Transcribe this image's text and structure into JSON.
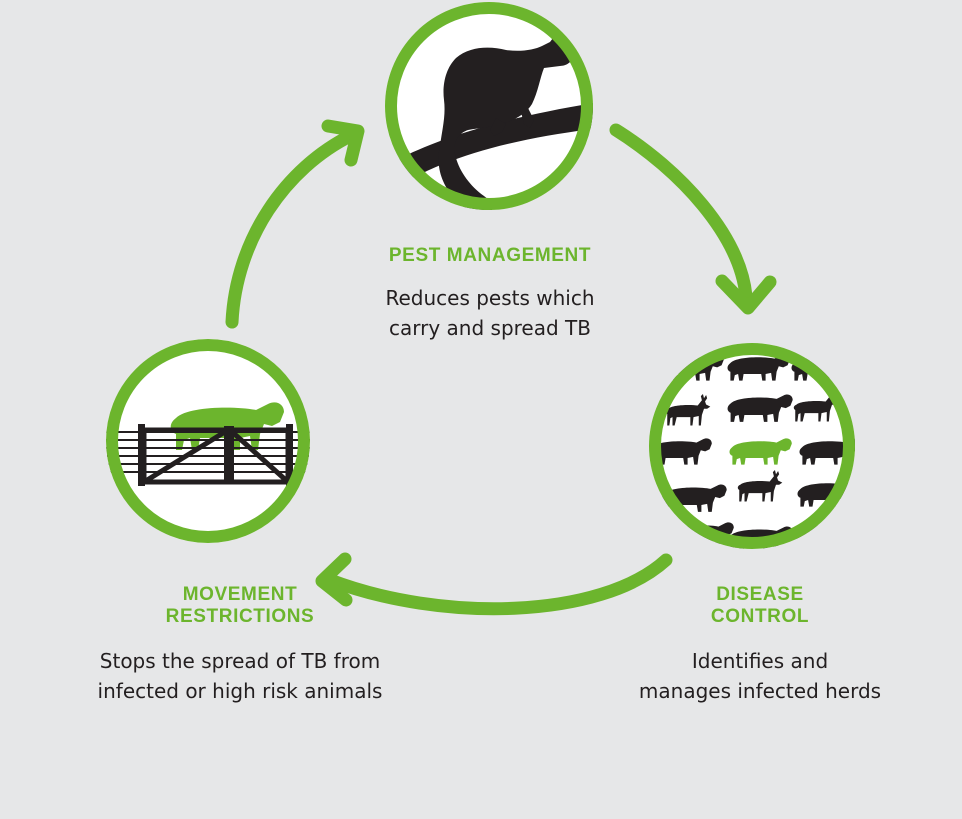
{
  "colors": {
    "background": "#e6e7e8",
    "accent_green": "#6cb52d",
    "silhouette": "#231f20",
    "circle_fill": "#ffffff"
  },
  "nodes": {
    "pest": {
      "heading": "PEST MANAGEMENT",
      "description": [
        "Reduces pests which",
        "carry and spread TB"
      ],
      "icon": "possum-on-branch-icon"
    },
    "disease": {
      "heading": [
        "DISEASE",
        "CONTROL"
      ],
      "description": [
        "Identifies and",
        "manages infected herds"
      ],
      "icon": "herd-of-cattle-and-deer-icon"
    },
    "movement": {
      "heading": [
        "MOVEMENT",
        "RESTRICTIONS"
      ],
      "description": [
        "Stops the spread of TB from",
        "infected or high risk animals"
      ],
      "icon": "cow-behind-gate-icon"
    }
  },
  "cycle_arrows": [
    "pest-to-disease-arrow",
    "disease-to-movement-arrow",
    "movement-to-pest-arrow"
  ]
}
